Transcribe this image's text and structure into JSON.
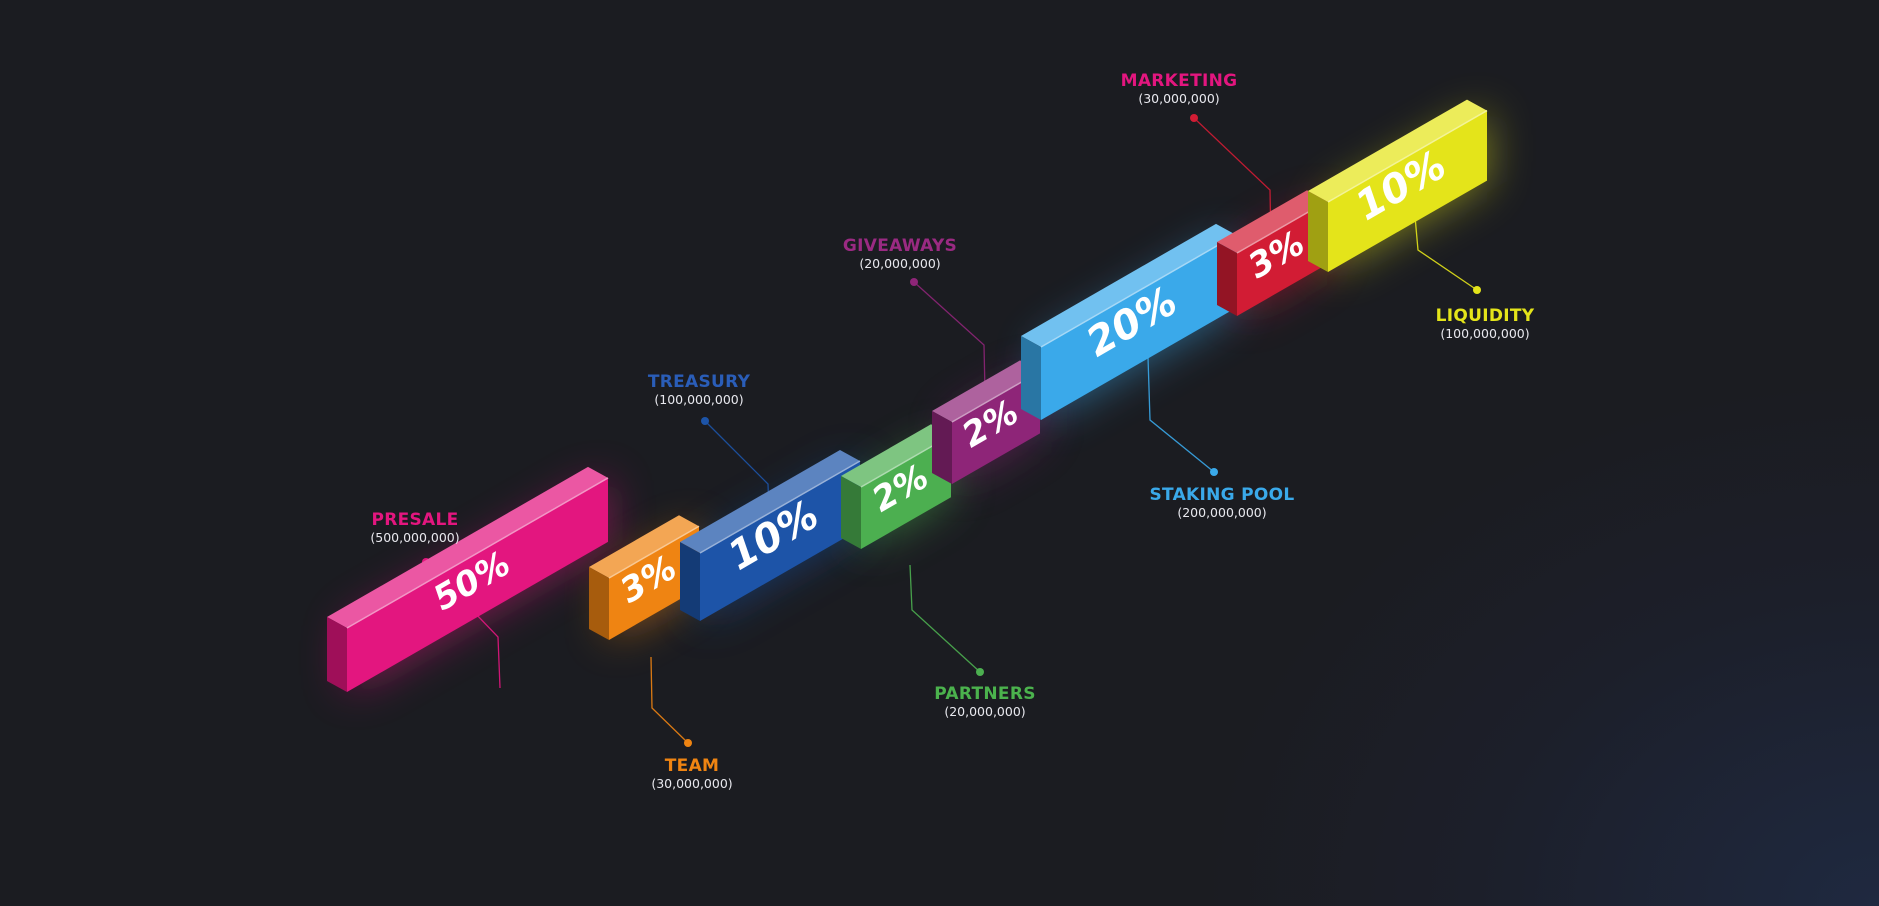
{
  "chart_data": {
    "type": "bar",
    "title": "",
    "subtitle": "",
    "xlabel": "",
    "ylabel": "",
    "style": "isometric 3D segmented bar (token allocation)",
    "grid": false,
    "legend": "callout labels",
    "categories": [
      "PRESALE",
      "TEAM",
      "TREASURY",
      "PARTNERS",
      "GIVEAWAYS",
      "STAKING POOL",
      "MARKETING",
      "LIQUIDITY"
    ],
    "values": [
      50,
      3,
      10,
      2,
      2,
      20,
      3,
      10
    ],
    "value_labels": [
      "50%",
      "3%",
      "10%",
      "2%",
      "2%",
      "20%",
      "3%",
      "10%"
    ],
    "amounts": [
      "(500,000,000)",
      "(30,000,000)",
      "(100,000,000)",
      "(20,000,000)",
      "(20,000,000)",
      "(200,000,000)",
      "(30,000,000)",
      "(100,000,000)"
    ],
    "colors": [
      "#e3167f",
      "#ef8412",
      "#1d54a8",
      "#4caf50",
      "#8e2578",
      "#3aa9ea",
      "#d21c34",
      "#e4e41a"
    ]
  },
  "segments": [
    {
      "name": "PRESALE",
      "amount": "(500,000,000)",
      "pct": "50%",
      "color": "#e3167f",
      "label_color": "#e3167f"
    },
    {
      "name": "TEAM",
      "amount": "(30,000,000)",
      "pct": "3%",
      "color": "#ef8412",
      "label_color": "#ef8412"
    },
    {
      "name": "TREASURY",
      "amount": "(100,000,000)",
      "pct": "10%",
      "color": "#1d54a8",
      "label_color": "#2a5db8"
    },
    {
      "name": "PARTNERS",
      "amount": "(20,000,000)",
      "pct": "2%",
      "color": "#4caf50",
      "label_color": "#4bb24d"
    },
    {
      "name": "GIVEAWAYS",
      "amount": "(20,000,000)",
      "pct": "2%",
      "color": "#8e2578",
      "label_color": "#9a2a82"
    },
    {
      "name": "STAKING POOL",
      "amount": "(200,000,000)",
      "pct": "20%",
      "color": "#3aa9ea",
      "label_color": "#3aa9ea"
    },
    {
      "name": "MARKETING",
      "amount": "(30,000,000)",
      "pct": "3%",
      "color": "#d21c34",
      "label_color": "#e3167f"
    },
    {
      "name": "LIQUIDITY",
      "amount": "(100,000,000)",
      "pct": "10%",
      "color": "#e4e41a",
      "label_color": "#e4e41a"
    }
  ]
}
